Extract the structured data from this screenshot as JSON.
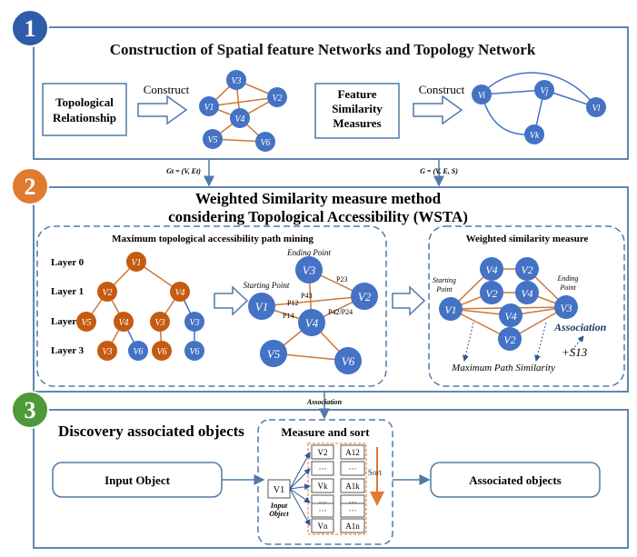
{
  "colors": {
    "frame": "#4f7aa8",
    "node_blue": "#4472c4",
    "node_orange": "#c55a11",
    "edge_orange": "#c8783a",
    "badge1": "#2e5ca8",
    "badge2": "#e07a2f",
    "badge3": "#4e9a3a",
    "sort_box": "#f2a46b"
  },
  "section1": {
    "badge": "1",
    "title": "Construction of Spatial feature Networks and Topology Network",
    "box_left_line1": "Topological",
    "box_left_line2": "Relationship",
    "construct1": "Construct",
    "box_mid_line1": "Feature",
    "box_mid_line2": "Similarity",
    "box_mid_line3": "Measures",
    "construct2": "Construct",
    "graph1": {
      "v3": "V3",
      "v2": "V2",
      "v1": "V1",
      "v4": "V4",
      "v5": "V5",
      "v6": "V6"
    },
    "graph2": {
      "v1": "Vi",
      "v2": "Vj",
      "v3": "Vl",
      "v4": "Vk"
    }
  },
  "link1": {
    "left": "Gt = (V, Et)",
    "right": "G = (V, E, S)"
  },
  "section2": {
    "badge": "2",
    "title_line1": "Weighted Similarity measure method",
    "title_line2": "considering Topological Accessibility (WSTA)",
    "left_panel_title": "Maximum topological accessibility path mining",
    "layers": [
      "Layer 0",
      "Layer 1",
      "Layer 2",
      "Layer 3"
    ],
    "tree": {
      "n0": "V1",
      "n1a": "V2",
      "n1b": "V4",
      "n2a": "V5",
      "n2b": "V4",
      "n2c": "V3",
      "n2d": "V3",
      "n3a": "V3",
      "n3b": "V6",
      "n3c": "V6",
      "n3d": "V6"
    },
    "starting_point": "Starting Point",
    "ending_point": "Ending Point",
    "path_graph": {
      "v3": "V3",
      "v2": "V2",
      "v1": "V1",
      "v4": "V4",
      "v5": "V5",
      "v6": "V6"
    },
    "edge_labels": {
      "p23": "P23",
      "p43": "P43",
      "p12": "P12",
      "p14": "P14",
      "p42": "P42/P24"
    },
    "right_panel_title": "Weighted similarity measure",
    "ws_start_line1": "Starting",
    "ws_start_line2": "Point",
    "ws_end_line1": "Ending",
    "ws_end_line2": "Point",
    "ws_nodes": {
      "a": "V4",
      "b": "V2",
      "c": "V2",
      "d": "V4",
      "e": "V1",
      "f": "V4",
      "g": "V3",
      "h": "V2"
    },
    "association": "Association",
    "s13": "+S13",
    "max_path": "Maximum Path Similarity"
  },
  "link2": {
    "label": "Association"
  },
  "section3": {
    "badge": "3",
    "title": "Discovery associated objects",
    "input_object": "Input Object",
    "measure_sort": "Measure and sort",
    "v1": "V1",
    "input_obj_line1": "Input",
    "input_obj_line2": "Object",
    "rows_v": [
      "V2",
      "···",
      "Vk",
      "···",
      "···",
      "Vn"
    ],
    "rows_a": [
      "A12",
      "···",
      "A1k",
      "···",
      "···",
      "A1n"
    ],
    "sort": "Sort",
    "associated": "Associated objects"
  }
}
